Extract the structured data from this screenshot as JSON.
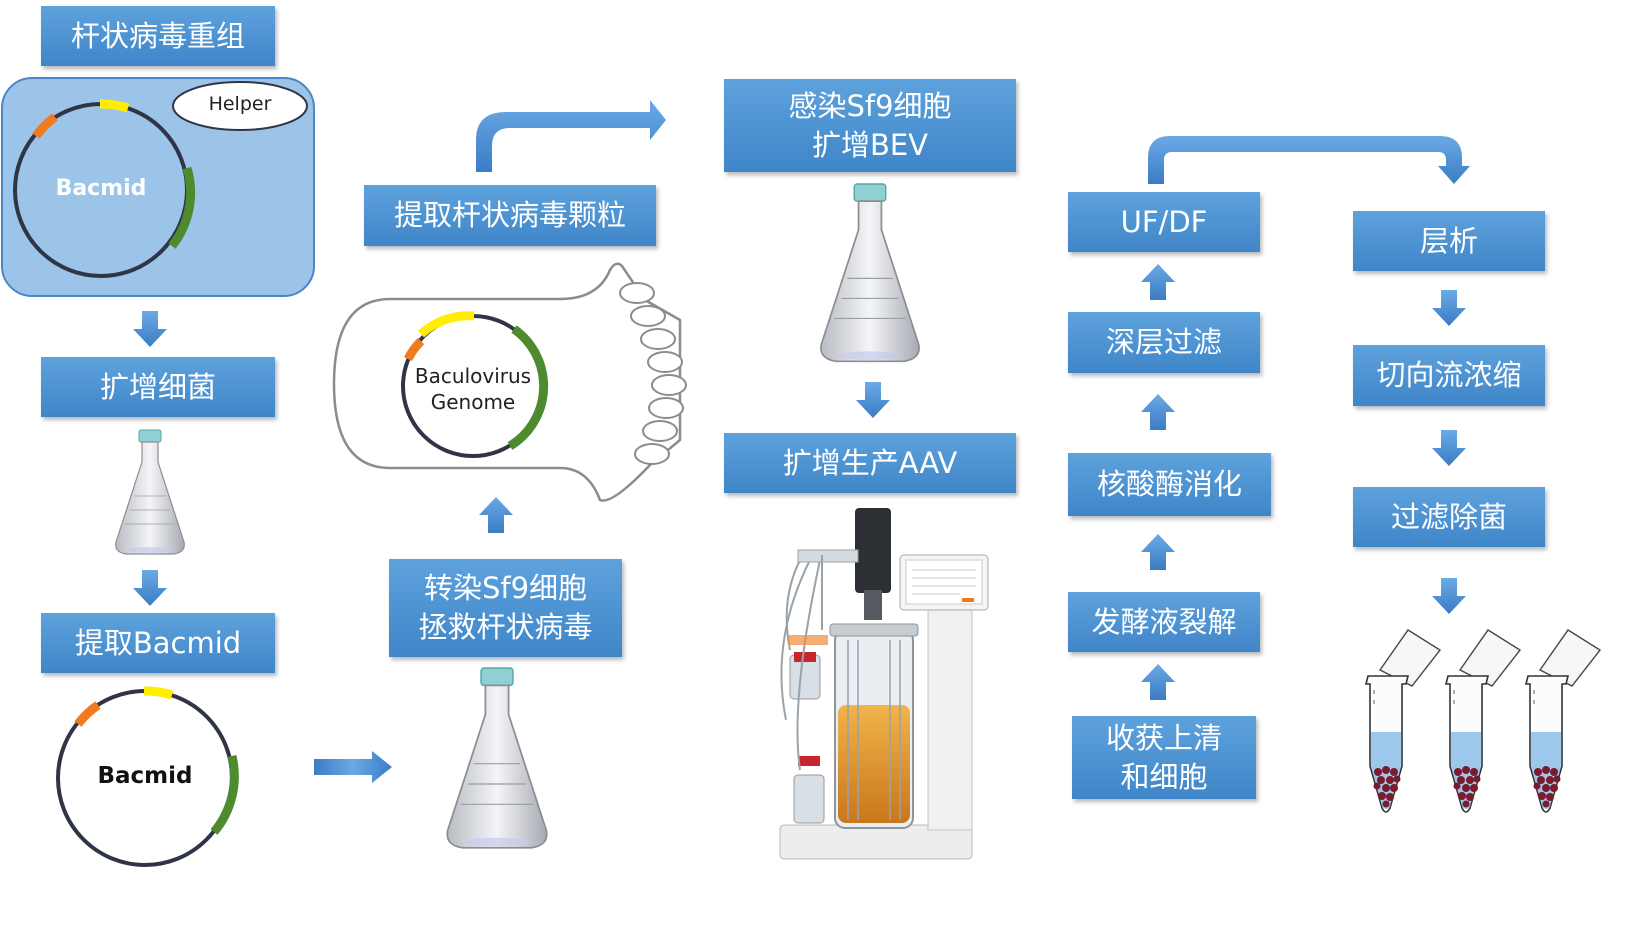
{
  "steps": {
    "recombination": "杆状病毒重组",
    "amplify_bacteria": "扩增细菌",
    "extract_bacmid": "提取Bacmid",
    "transfect": "转染Sf9细胞\n拯救杆状病毒",
    "extract_particles": "提取杆状病毒颗粒",
    "infect": "感染Sf9细胞\n扩增BEV",
    "produce_aav": "扩增生产AAV",
    "harvest": "收获上清\n和细胞",
    "lysis": "发酵液裂解",
    "nuclease": "核酸酶消化",
    "depth_filter": "深层过滤",
    "ufdf": "UF/DF",
    "chromatography": "层析",
    "tff": "切向流浓缩",
    "sterile_filter": "过滤除菌"
  },
  "labels": {
    "bacmid_top": "Bacmid",
    "helper": "Helper",
    "bacmid_bottom": "Bacmid",
    "baculovirus_genome": "Baculovirus\nGenome"
  },
  "colors": {
    "box_fill": "#4a90d4",
    "cell_bg": "#9cc3e8",
    "arrow": "#4a8fd6",
    "marker_orange": "#f07a1e",
    "marker_yellow": "#ffee00",
    "marker_green": "#4e8a2e",
    "plasmid_ring": "#3a3f55",
    "culture_medium": "#e19a2c",
    "tube_liquid": "#9cc8ec",
    "pellet": "#7a1a2a"
  },
  "icons": [
    "flask-icon",
    "bioreactor-icon",
    "centrifuge-tube-icon"
  ]
}
